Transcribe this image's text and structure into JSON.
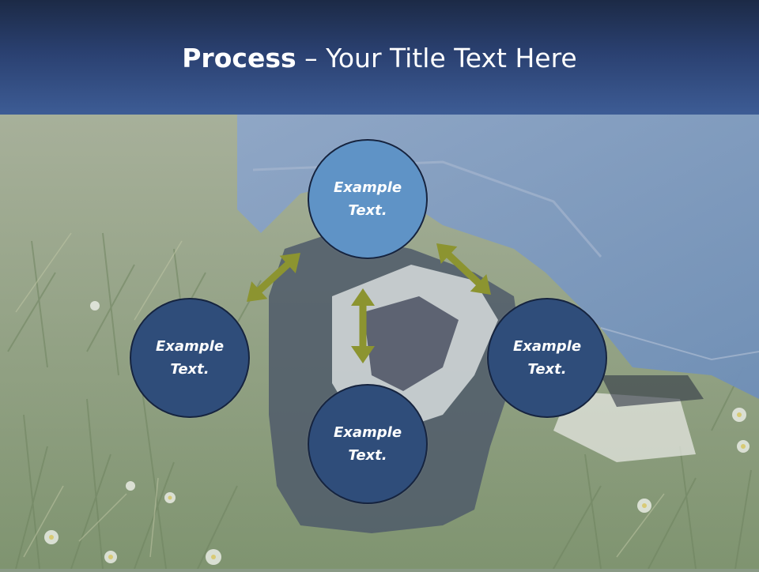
{
  "slide": {
    "title_bold": "Process",
    "title_rest": " – Your Title Text Here"
  },
  "nodes": [
    {
      "id": "top",
      "line1": "Example",
      "line2": "Text.",
      "fill": "#5f93c6"
    },
    {
      "id": "left",
      "line1": "Example",
      "line2": "Text.",
      "fill": "#2f4d7a"
    },
    {
      "id": "right",
      "line1": "Example",
      "line2": "Text.",
      "fill": "#2f4d7a"
    },
    {
      "id": "bottom",
      "line1": "Example",
      "line2": "Text.",
      "fill": "#2f4d7a"
    }
  ],
  "colors": {
    "header_top": "#1c2a46",
    "header_bottom": "#3d5c95",
    "arrow": "#8c9430",
    "node_border": "#16243f"
  }
}
